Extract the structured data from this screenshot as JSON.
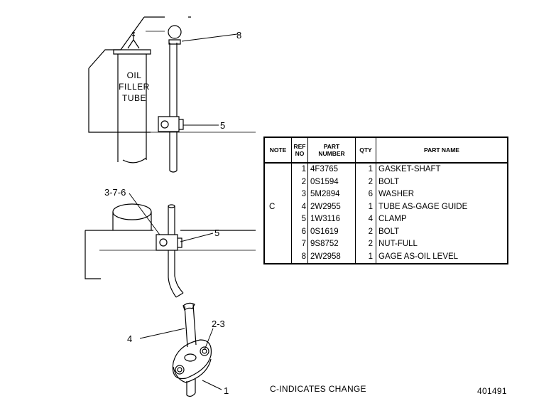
{
  "callouts": {
    "c8": "8",
    "c5_top": "5",
    "c376": "3-7-6",
    "c5_mid": "5",
    "c4": "4",
    "c23": "2-3",
    "c1": "1"
  },
  "oil_filler_tube_label": [
    "OIL",
    "FILLER",
    "TUBE"
  ],
  "table": {
    "headers": {
      "note": "NOTE",
      "ref_no": [
        "REF",
        "NO"
      ],
      "part_number": [
        "PART",
        "NUMBER"
      ],
      "qty": "QTY",
      "part_name": "PART NAME"
    },
    "rows": [
      {
        "note": "",
        "ref": "1",
        "part_number": "4F3765",
        "qty": "1",
        "name": "GASKET-SHAFT"
      },
      {
        "note": "",
        "ref": "2",
        "part_number": "0S1594",
        "qty": "2",
        "name": "BOLT"
      },
      {
        "note": "",
        "ref": "3",
        "part_number": "5M2894",
        "qty": "6",
        "name": "WASHER"
      },
      {
        "note": "C",
        "ref": "4",
        "part_number": "2W2955",
        "qty": "1",
        "name": "TUBE AS-GAGE GUIDE"
      },
      {
        "note": "",
        "ref": "5",
        "part_number": "1W3116",
        "qty": "4",
        "name": "CLAMP"
      },
      {
        "note": "",
        "ref": "6",
        "part_number": "0S1619",
        "qty": "2",
        "name": "BOLT"
      },
      {
        "note": "",
        "ref": "7",
        "part_number": "9S8752",
        "qty": "2",
        "name": "NUT-FULL"
      },
      {
        "note": "",
        "ref": "8",
        "part_number": "2W2958",
        "qty": "1",
        "name": "GAGE AS-OIL LEVEL"
      }
    ]
  },
  "footer": {
    "change_note": "C-INDICATES CHANGE",
    "illustration_number": "401491"
  }
}
